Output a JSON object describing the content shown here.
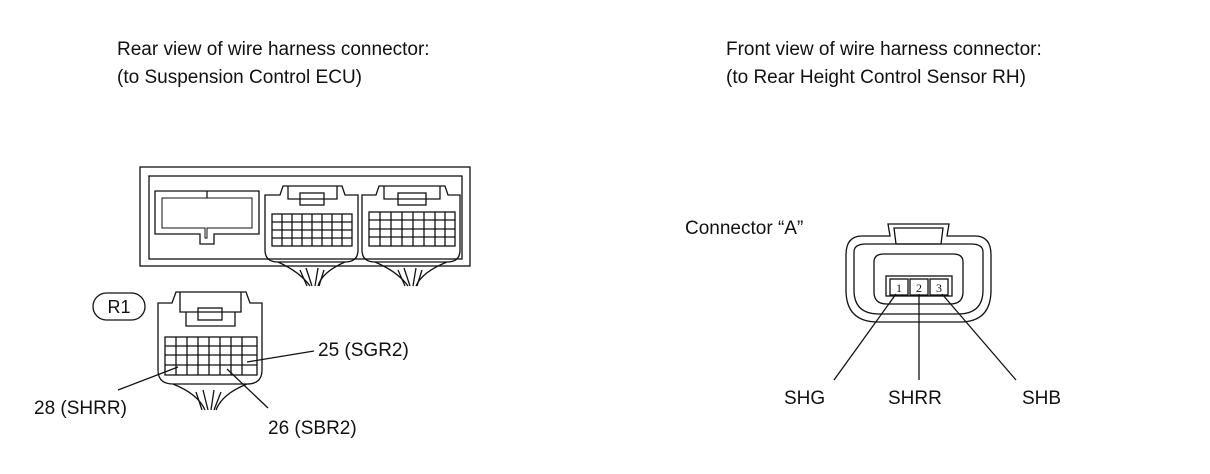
{
  "left_caption": {
    "line1": "Rear view of wire harness connector:",
    "line2": "(to Suspension Control ECU)"
  },
  "right_caption": {
    "line1": "Front view of wire harness connector:",
    "line2": "(to Rear Height Control Sensor RH)"
  },
  "ecu_connector": {
    "tag": "R1",
    "pins": [
      {
        "label": "25 (SGR2)"
      },
      {
        "label": "28 (SHRR)"
      },
      {
        "label": "26 (SBR2)"
      }
    ]
  },
  "sensor_connector": {
    "name": "Connector “A”",
    "pin_numbers": [
      "1",
      "2",
      "3"
    ],
    "pins": [
      {
        "label": "SHG"
      },
      {
        "label": "SHRR"
      },
      {
        "label": "SHB"
      }
    ]
  }
}
